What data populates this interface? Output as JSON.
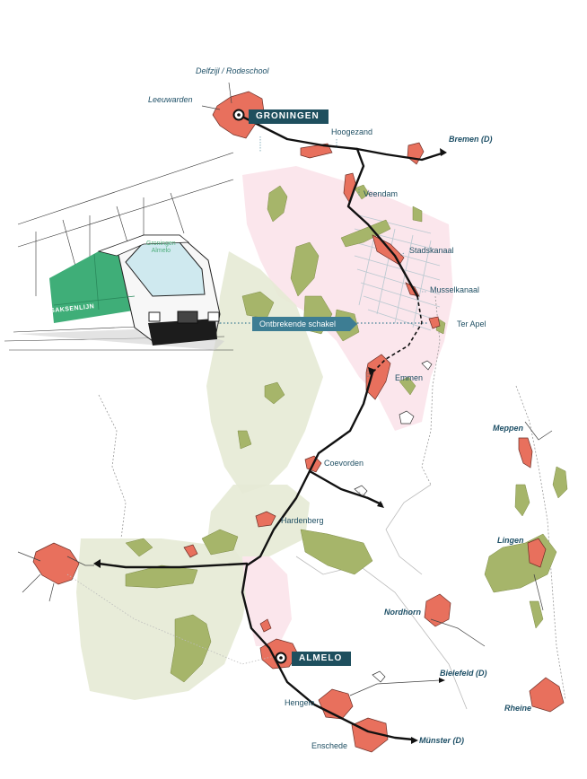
{
  "places": {
    "groningen": "GRONINGEN",
    "almelo": "ALMELO",
    "hoogezand": "Hoogezand",
    "veendam": "Veendam",
    "stadskanaal": "Stadskanaal",
    "musselkanaal": "Musselkanaal",
    "ter_apel": "Ter Apel",
    "emmen": "Emmen",
    "coevorden": "Coevorden",
    "hardenberg": "Hardenberg",
    "hengelo": "Hengelo",
    "enschede": "Enschede"
  },
  "external_destinations": {
    "delfzijl": "Delfzijl / Rodeschool",
    "leeuwarden": "Leeuwarden",
    "bremen": "Bremen (D)",
    "bielefeld": "Bielefeld (D)",
    "munster": "Münster (D)"
  },
  "german_places": {
    "meppen": "Meppen",
    "lingen": "Lingen",
    "nordhorn": "Nordhorn",
    "rheine": "Rheine"
  },
  "missing_link_label": "Ontbrekende schakel",
  "train": {
    "destination": "Groningen\nAlmelo",
    "side_text": "VERSAKSENLIJN"
  },
  "colors": {
    "city": "#e8705d",
    "city_outline": "#6b2e26",
    "forest": "#a6b56a",
    "peat_zone": "#fbe6ec",
    "green_zone": "#e5ead5",
    "railway": "#111111",
    "label_dark": "#1e4f5e",
    "label_blue": "#3d7d93",
    "train_green": "#3fae78"
  },
  "icons": {
    "station": "station-ring-icon",
    "arrow": "route-arrow-icon"
  }
}
